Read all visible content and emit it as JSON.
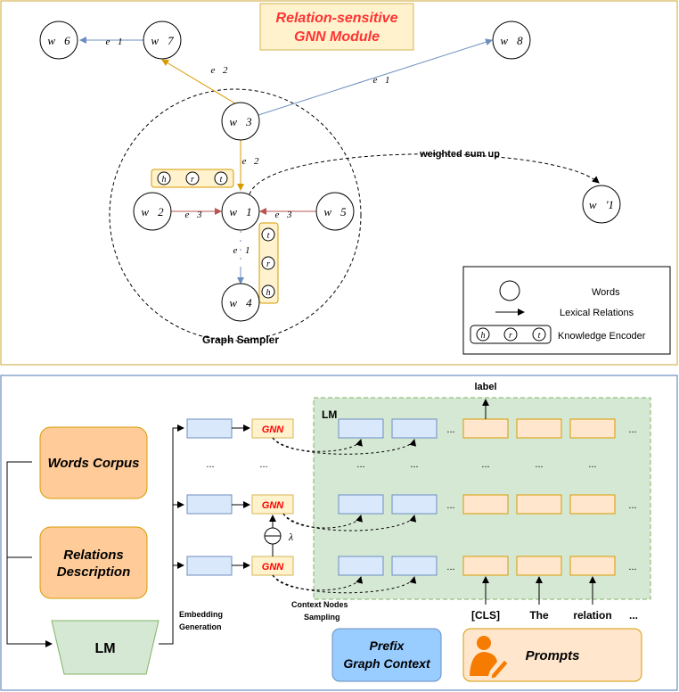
{
  "colors": {
    "top_border": "#d6b656",
    "bottom_border": "#6c8ebf",
    "title_bg": "#fff2cc",
    "title_text": "#ff3333",
    "orange_fill": "#ffcc99",
    "orange_stroke": "#d79b00",
    "green_bg": "#d5e8d4",
    "blue_box": "#dae8fc",
    "blue_box_stroke": "#6c8ebf",
    "gnn_fill": "#fff2cc",
    "gnn_text": "#ff0000",
    "prompt_box": "#ffe6cc",
    "prefix_box": "#99ccff",
    "lm_trap": "#d5e8d4",
    "lm_trap_stroke": "#82b366",
    "edge_orange": "#d79b00",
    "edge_blue": "#6c8ebf",
    "edge_red": "#b85450"
  },
  "top": {
    "title_line1": "Relation-sensitive",
    "title_line2": "GNN Module",
    "nodes": {
      "w6": "w⃗6",
      "w7": "w⃗7",
      "w8": "w⃗8",
      "w3": "w⃗3",
      "w1": "w⃗1",
      "w2": "w⃗2",
      "w5": "w⃗5",
      "w4": "w⃗4",
      "w1p": "w⃗′1"
    },
    "edges": {
      "e1_top": "e⃗1",
      "e2_top": "e⃗2",
      "e1_right": "e⃗1",
      "e2_mid": "e⃗2",
      "e3_left": "e⃗3",
      "e3_right": "e⃗3",
      "e1_down": "e⃗1"
    },
    "encoder_letters": [
      "h",
      "r",
      "t"
    ],
    "encoder_letters_vertical": [
      "t",
      "r",
      "h"
    ],
    "weighted_sum": "weighted sum up",
    "sampler_label": "Graph Sampler",
    "legend": {
      "words": "Words",
      "relations": "Lexical Relations",
      "encoder": "Knowledge Encoder",
      "letters": [
        "h",
        "r",
        "t"
      ]
    }
  },
  "bottom": {
    "words_corpus": "Words Corpus",
    "relations_line1": "Relations",
    "relations_line2": "Description",
    "lm_trap": "LM",
    "embedding_line1": "Embedding",
    "embedding_line2": "Generation",
    "gnn_label": "GNN",
    "lambda": "λ",
    "ellipsis": "...",
    "lm_region": "LM",
    "label_text": "label",
    "context_line1": "Context Nodes",
    "context_line2": "Sampling",
    "tokens": [
      "[CLS]",
      "The",
      "relation",
      "..."
    ],
    "prefix_line1": "Prefix",
    "prefix_line2": "Graph Context",
    "prompts": "Prompts"
  }
}
